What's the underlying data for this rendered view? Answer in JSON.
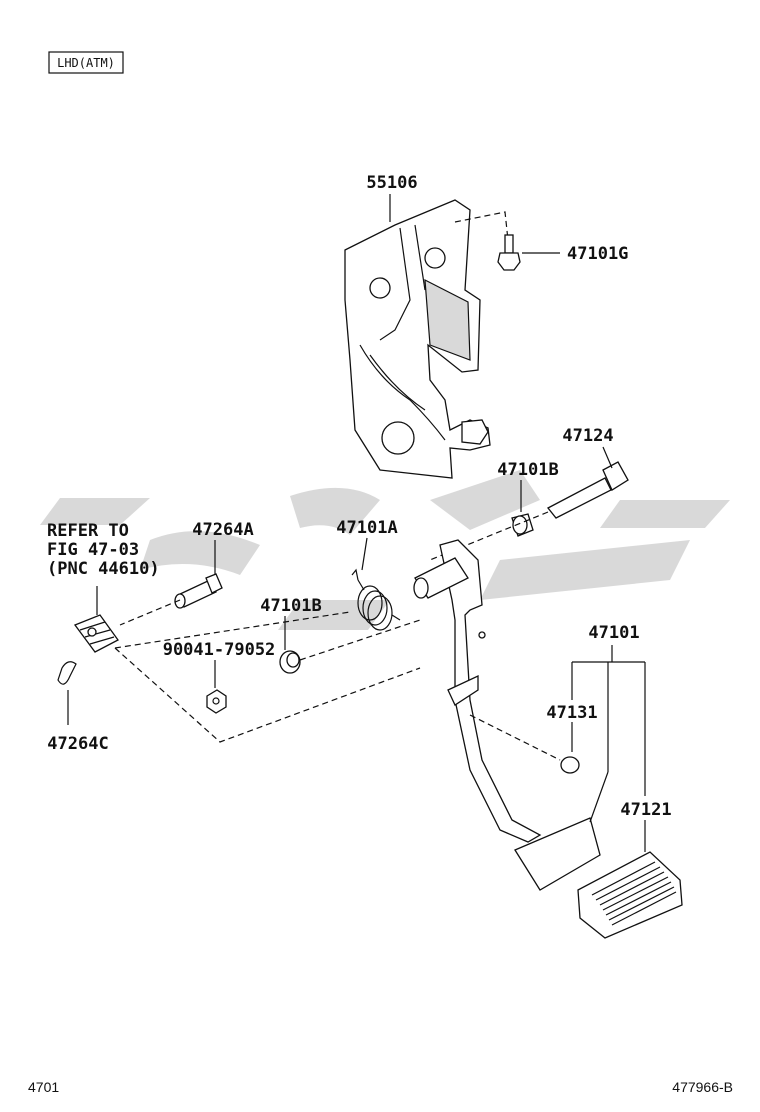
{
  "variant_tag": "LHD(ATM)",
  "footer": {
    "left_code": "4701",
    "right_code": "477966-B"
  },
  "refer_note": {
    "line1": "REFER TO",
    "line2": "FIG 47-03",
    "line3": "(PNC 44610)"
  },
  "part_labels": {
    "bracket": "55106",
    "bracket_bolt": "47101G",
    "pivot_bolt": "47124",
    "bushing_right": "47101B",
    "stop_pin": "47264A",
    "return_spring": "47101A",
    "bushing_left": "47101B",
    "nut": "90041-79052",
    "clip": "47264C",
    "pedal_assembly": "47101",
    "cushion": "47131",
    "pedal_pad": "47121"
  },
  "colors": {
    "line": "#111111",
    "watermark": "#b9b9b9"
  }
}
